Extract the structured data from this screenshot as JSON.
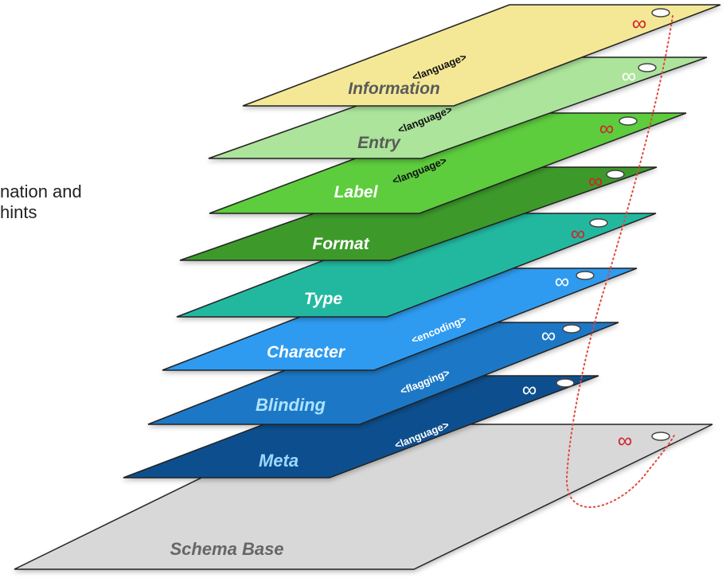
{
  "side_note": {
    "line1": "nation and",
    "line2": "hints"
  },
  "layers": [
    {
      "key": "information",
      "name": "Information",
      "tag": "<language>",
      "fill": "#f4e896",
      "name_color": "#5a5a5a",
      "tag_color": "#111111",
      "symbol_color": "#d0242a"
    },
    {
      "key": "entry",
      "name": "Entry",
      "tag": "<language>",
      "fill": "#abe49a",
      "name_color": "#5a5a5a",
      "tag_color": "#111111",
      "symbol_color": "#ffffff"
    },
    {
      "key": "label",
      "name": "Label",
      "tag": "<language>",
      "fill": "#5dcc3c",
      "name_color": "#ffffff",
      "tag_color": "#111111",
      "symbol_color": "#d0242a"
    },
    {
      "key": "format",
      "name": "Format",
      "tag": "",
      "fill": "#3e9a2a",
      "name_color": "#ffffff",
      "tag_color": "#111111",
      "symbol_color": "#d0242a"
    },
    {
      "key": "type",
      "name": "Type",
      "tag": "",
      "fill": "#22b8a0",
      "name_color": "#ffffff",
      "tag_color": "#111111",
      "symbol_color": "#d0242a"
    },
    {
      "key": "character",
      "name": "Character",
      "tag": "<encoding>",
      "fill": "#2e9bf0",
      "name_color": "#ffffff",
      "tag_color": "#ffffff",
      "symbol_color": "#ffffff"
    },
    {
      "key": "blinding",
      "name": "Blinding",
      "tag": "<flagging>",
      "fill": "#1f78c6",
      "name_color": "#aee3ff",
      "tag_color": "#ffffff",
      "symbol_color": "#ffffff"
    },
    {
      "key": "meta",
      "name": "Meta",
      "tag": "<language>",
      "fill": "#114f8e",
      "name_color": "#9ad8ff",
      "tag_color": "#ffffff",
      "symbol_color": "#ffffff"
    },
    {
      "key": "schema-base",
      "name": "Schema Base",
      "tag": "",
      "fill": "#d8d8d8",
      "name_color": "#666666",
      "tag_color": "#111111",
      "symbol_color": "#d0242a"
    }
  ],
  "infinity_symbol": "∞",
  "link_color": "#e2483d"
}
